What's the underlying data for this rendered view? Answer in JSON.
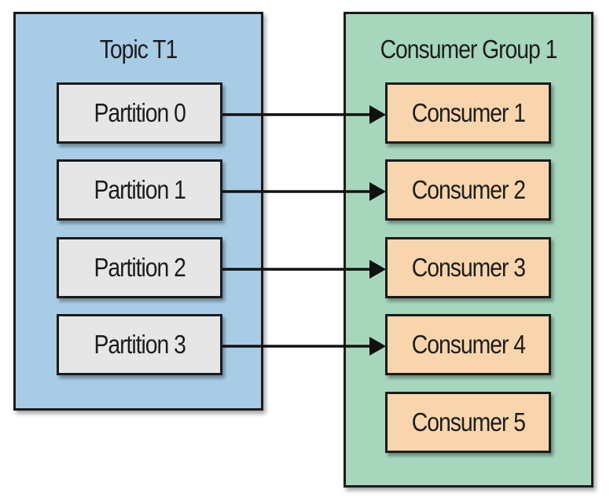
{
  "topic": {
    "title": "Topic T1",
    "color": "#a9cce6",
    "partitions": [
      "Partition 0",
      "Partition 1",
      "Partition 2",
      "Partition 3"
    ]
  },
  "group": {
    "title": "Consumer Group 1",
    "color": "#a6d7bd",
    "consumers": [
      "Consumer 1",
      "Consumer 2",
      "Consumer 3",
      "Consumer 4",
      "Consumer 5"
    ]
  },
  "colors": {
    "partition_box": "#e6e6e6",
    "consumer_box": "#f8d5ac",
    "stroke": "#1b1b1b"
  },
  "assignments": [
    {
      "from": "Partition 0",
      "to": "Consumer 1"
    },
    {
      "from": "Partition 1",
      "to": "Consumer 2"
    },
    {
      "from": "Partition 2",
      "to": "Consumer 3"
    },
    {
      "from": "Partition 3",
      "to": "Consumer 4"
    }
  ]
}
